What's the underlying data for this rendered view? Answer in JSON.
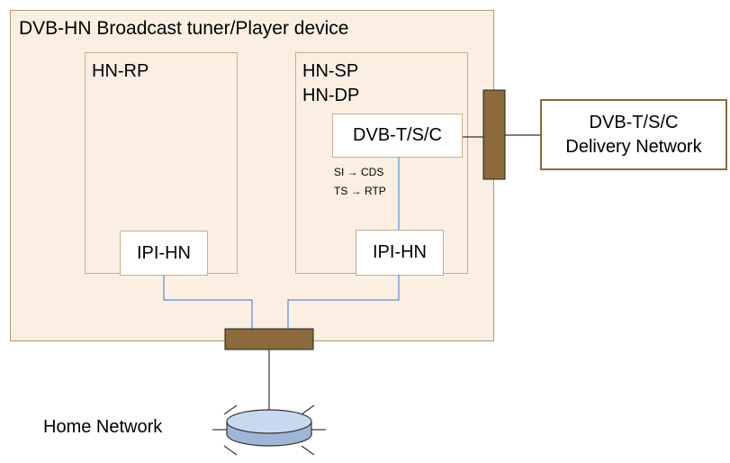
{
  "device": {
    "title": "DVB-HN Broadcast tuner/Player device",
    "rp_panel": {
      "label": "HN-RP",
      "ipi_label": "IPI-HN"
    },
    "sp_panel": {
      "label_line1": "HN-SP",
      "label_line2": "HN-DP",
      "tuner_label": "DVB-T/S/C",
      "mapping_si": "SI → CDS",
      "mapping_ts": "TS → RTP",
      "ipi_label": "IPI-HN"
    }
  },
  "delivery_network": {
    "line1": "DVB-T/S/C",
    "line2": "Delivery Network"
  },
  "home_network": {
    "label": "Home Network"
  },
  "colors": {
    "device_fill": "#fbefe3",
    "connector_fill": "#8b6a3c",
    "link_line": "#5b8fd0",
    "disk_fill": "#c9d8ee"
  }
}
